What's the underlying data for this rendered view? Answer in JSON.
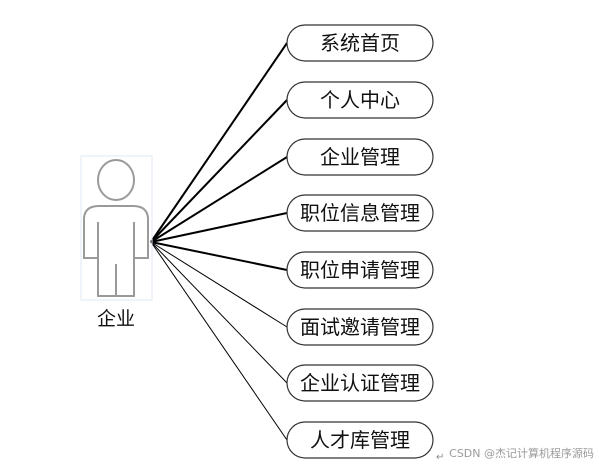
{
  "actor": {
    "label": "企业",
    "icon": "person-icon",
    "stroke_color": "#9a9a9a",
    "frame_color": "#dde8f3"
  },
  "use_cases": [
    {
      "label": "系统首页"
    },
    {
      "label": "个人中心"
    },
    {
      "label": "企业管理"
    },
    {
      "label": "职位信息管理"
    },
    {
      "label": "职位申请管理"
    },
    {
      "label": "面试邀请管理"
    },
    {
      "label": "企业认证管理"
    },
    {
      "label": "人才库管理"
    }
  ],
  "colors": {
    "line": "#000000",
    "usecase_border": "#333333",
    "text": "#111111"
  },
  "watermark": {
    "text": "CSDN @杰记计算机程序源码",
    "mark": "↵"
  }
}
